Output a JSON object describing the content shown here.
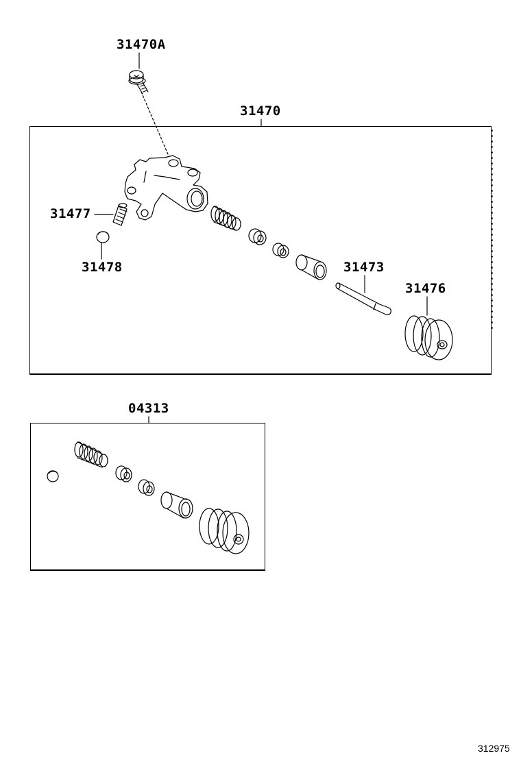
{
  "diagram": {
    "type": "exploded-parts-diagram",
    "subject": "clutch release cylinder assembly",
    "figure_id": "312975",
    "colors": {
      "line": "#000000",
      "background": "#ffffff"
    }
  },
  "assembly_main": {
    "part_number": "31470",
    "components": [
      {
        "part_number": "31470A",
        "description": "bolt"
      },
      {
        "part_number": "31477",
        "description": "bleeder plug"
      },
      {
        "part_number": "31478",
        "description": "bleeder plug cap"
      },
      {
        "part_number": "31473",
        "description": "push rod"
      },
      {
        "part_number": "31476",
        "description": "boot"
      }
    ]
  },
  "kit": {
    "part_number": "04313"
  },
  "labels": {
    "l31470A": "31470A",
    "l31470": "31470",
    "l31477": "31477",
    "l31478": "31478",
    "l31473": "31473",
    "l31476": "31476",
    "l04313": "04313"
  },
  "footer": {
    "figure_id": "312975"
  }
}
